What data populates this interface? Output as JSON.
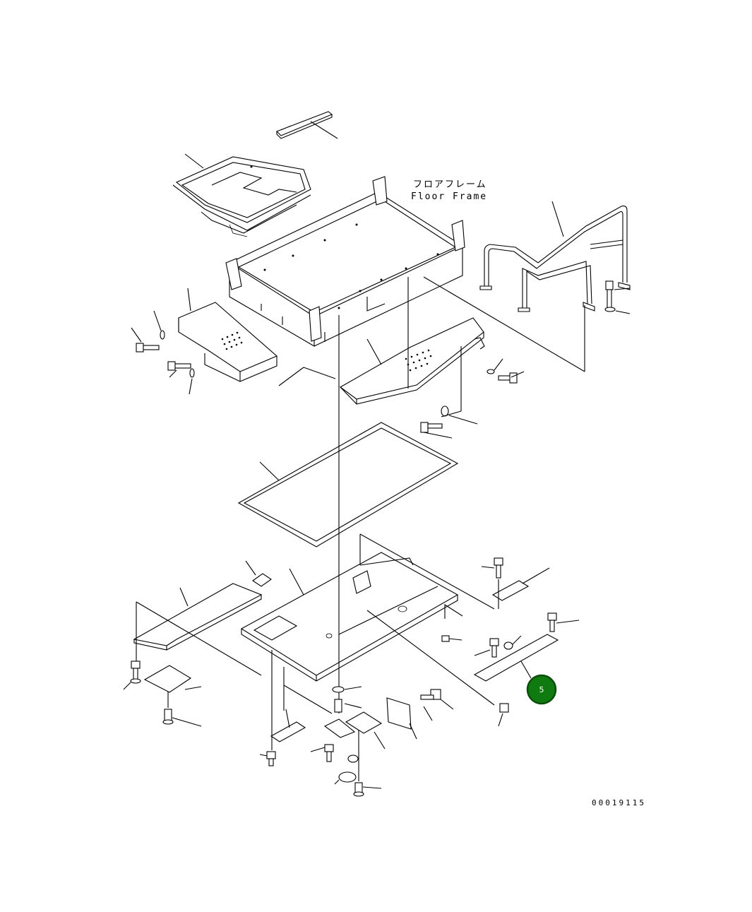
{
  "diagram": {
    "label_jp": "フロアフレーム",
    "label_en": "Floor Frame",
    "drawing_number": "00019115",
    "callout": {
      "number": "5",
      "color": "#0f7a0f",
      "ring_color": "#0b4d0b"
    },
    "icons": [
      "part-callout-icon"
    ]
  }
}
